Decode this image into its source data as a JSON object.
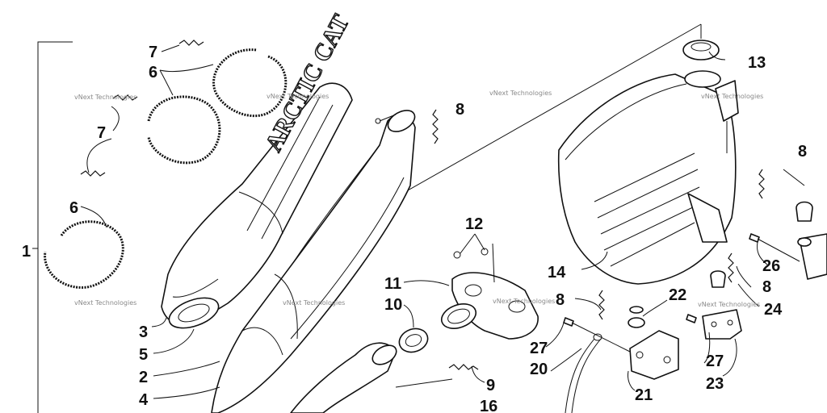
{
  "brand_text": "ARCTIC CAT",
  "watermark": "vNext Technologies",
  "callouts": {
    "c1": "1",
    "c2": "2",
    "c3": "3",
    "c4": "4",
    "c5": "5",
    "c6a": "6",
    "c6b": "6",
    "c7a": "7",
    "c7b": "7",
    "c8a": "8",
    "c8b": "8",
    "c8c": "8",
    "c8d": "8",
    "c9": "9",
    "c10": "10",
    "c11": "11",
    "c12": "12",
    "c13": "13",
    "c14": "14",
    "c16": "16",
    "c20": "20",
    "c21": "21",
    "c22": "22",
    "c23": "23",
    "c24": "24",
    "c26": "26",
    "c27a": "27",
    "c27b": "27"
  }
}
